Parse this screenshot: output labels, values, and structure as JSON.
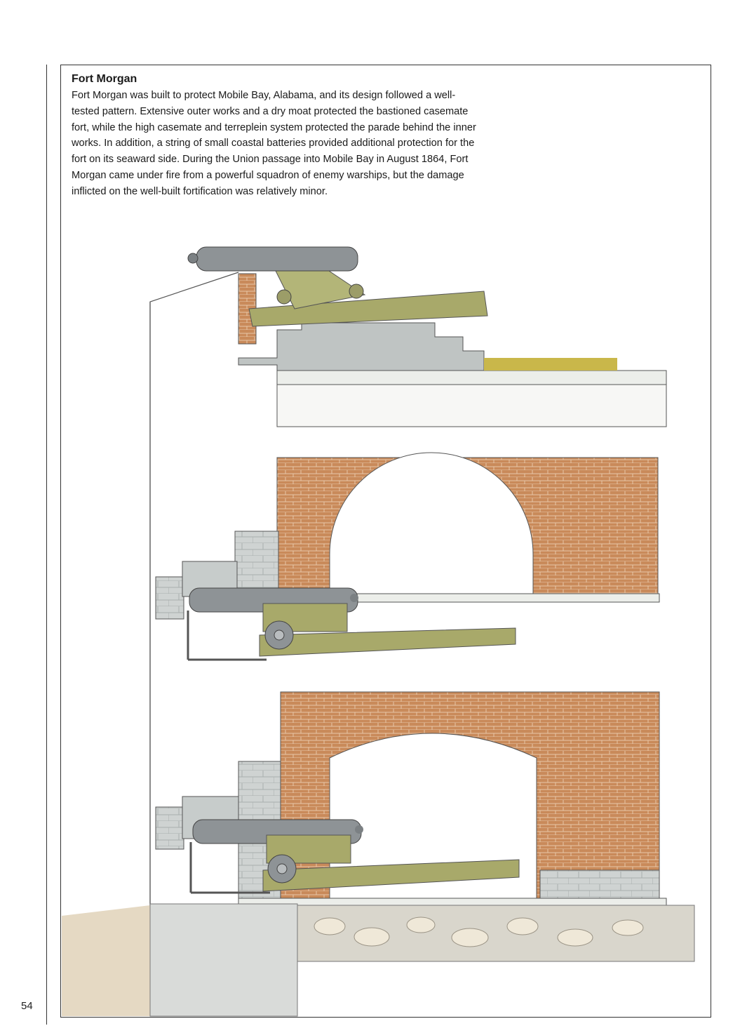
{
  "caption": {
    "title": "Fort Morgan",
    "body": "Fort Morgan was built to protect Mobile Bay, Alabama, and its design followed a well-tested pattern. Extensive outer works and a dry moat protected the bastioned casemate fort, while the high casemate and terreplein system protected the parade behind the inner works. In addition, a string of small coastal batteries provided additional protection for the fort on its seaward side. During the Union passage into Mobile Bay in August 1864, Fort Morgan came under fire from a powerful squadron of enemy warships, but the damage inflicted on the well-built fortification was relatively minor."
  },
  "page_number": "54",
  "colors": {
    "brick": "#c98a5a",
    "stone": "#cfd3d2",
    "cannon": "#8e9396",
    "carriage": "#a8a96a",
    "grass": "#c9b74a"
  }
}
